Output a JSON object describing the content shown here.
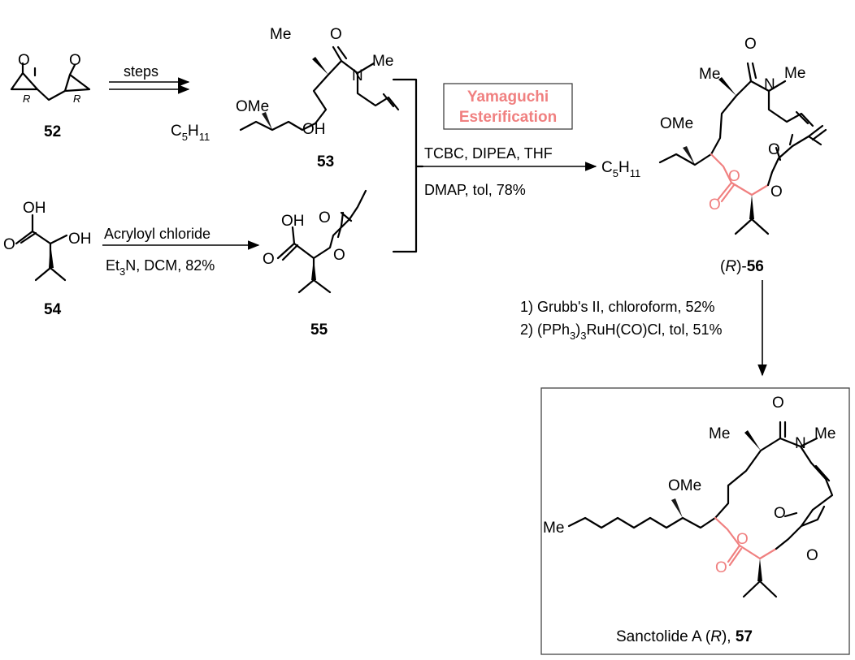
{
  "compounds": {
    "c52": {
      "number": "52",
      "stereo_left": "R",
      "stereo_right": "R"
    },
    "c53": {
      "number": "53",
      "substituent": "C5H11"
    },
    "c54": {
      "number": "54"
    },
    "c55": {
      "number": "55"
    },
    "c56": {
      "number": "56",
      "prefix": "R"
    },
    "c57": {
      "name": "Sanctolide A",
      "stereo": "R",
      "number": "57"
    }
  },
  "atoms": {
    "O": "O",
    "OH": "OH",
    "N": "N",
    "Me": "Me",
    "OMe": "OMe",
    "C": "C",
    "H": "H",
    "sub5": "5",
    "sub11": "11"
  },
  "reactions": {
    "r1": {
      "label": "steps"
    },
    "r2": {
      "reagent": "Acryloyl chloride",
      "conditions_pre": "Et",
      "conditions_sub": "3",
      "conditions_post": "N, DCM, 82%"
    },
    "r3": {
      "badge_line1": "Yamaguchi",
      "badge_line2": "Esterification",
      "line1": "TCBC, DIPEA, THF",
      "line2": "DMAP,  tol, 78%"
    },
    "r4": {
      "line1": "1) Grubb's II, chloroform, 52%",
      "line2_pre": "2) (PPh",
      "line2_sub": "3",
      "line2_mid": ")",
      "line2_sub2": "3",
      "line2_post": "RuH(CO)Cl, tol, 51%"
    }
  },
  "colors": {
    "highlight": "#f08080",
    "ink": "#000000",
    "badge_border": "#333333"
  }
}
